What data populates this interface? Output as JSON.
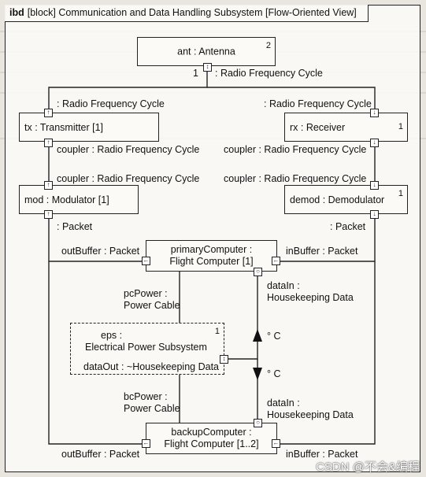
{
  "frame": {
    "kind": "ibd",
    "title": "[block] Communication and Data Handling Subsystem [Flow-Oriented View]"
  },
  "parts": {
    "antenna": {
      "label": "ant : Antenna",
      "multiplicity": "2"
    },
    "transmitter": {
      "label": "tx : Transmitter [1]"
    },
    "receiver": {
      "label": "rx : Receiver",
      "multiplicity": "1"
    },
    "modulator": {
      "label": "mod : Modulator [1]"
    },
    "demodulator": {
      "label": "demod : Demodulator",
      "multiplicity": "1"
    },
    "primary_computer": {
      "line1": "primaryComputer :",
      "line2": "Flight Computer [1]"
    },
    "eps": {
      "line1": "eps :",
      "line2": "Electrical Power Subsystem",
      "multiplicity": "1",
      "port_label": "dataOut : ~Housekeeping Data"
    },
    "backup_computer": {
      "line1": "backupComputer :",
      "line2": "Flight Computer [1..2]"
    }
  },
  "labels": {
    "ant_mult": "1",
    "ant_flow": ": Radio Frequency Cycle",
    "tx_in": ": Radio Frequency Cycle",
    "rx_in": ": Radio Frequency Cycle",
    "tx_coupler": "coupler : Radio Frequency Cycle",
    "rx_coupler": "coupler : Radio Frequency Cycle",
    "mod_coupler": "coupler : Radio Frequency Cycle",
    "demod_coupler": "coupler : Radio Frequency Cycle",
    "mod_packet": ": Packet",
    "demod_packet": ": Packet",
    "primary_outbuffer": "outBuffer : Packet",
    "primary_inbuffer": "inBuffer : Packet",
    "pc_power_1": "pcPower :",
    "pc_power_2": "Power Cable",
    "datain_top_1": "dataIn :",
    "datain_top_2": "Housekeeping Data",
    "temp_up": "° C",
    "temp_down": "° C",
    "bc_power_1": "bcPower :",
    "bc_power_2": "Power Cable",
    "datain_bot_1": "dataIn :",
    "datain_bot_2": "Housekeeping Data",
    "backup_outbuffer": "outBuffer : Packet",
    "backup_inbuffer": "inBuffer : Packet"
  },
  "watermark": "CSDN @不会&编程"
}
